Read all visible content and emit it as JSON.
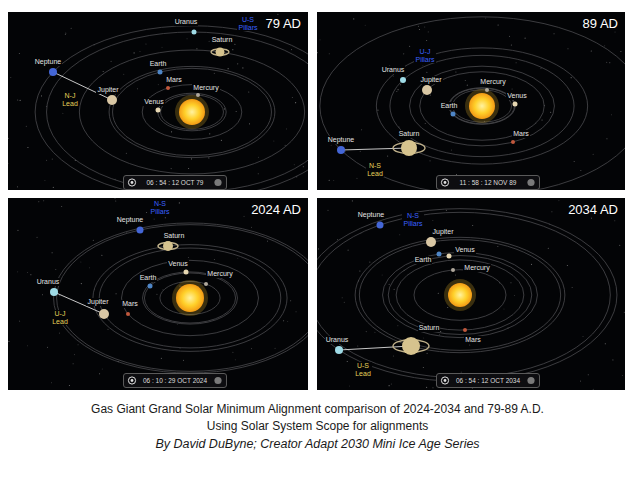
{
  "diagram": {
    "caption": "Gas Giant Grand Solar Minimum Alignment comparison of 2024-2034 and 79-89 A.D.",
    "nodes": [
      {
        "text": [
          "79 AD"
        ]
      },
      {
        "text": [
          "06 : 54 : 12 OCT 79"
        ],
        "in": 0
      },
      {
        "text": [
          "89 AD"
        ]
      },
      {
        "text": [
          "11 : 58 : 12 NOV 89"
        ],
        "in": 2
      },
      {
        "text": [
          "2024 AD"
        ]
      },
      {
        "text": [
          "06 : 10 : 29 OCT 2024"
        ],
        "in": 4
      },
      {
        "text": [
          "2034 AD"
        ]
      },
      {
        "text": [
          "06 : 54 : 12 OCT 2034"
        ],
        "in": 6
      }
    ],
    "labels": [
      "Uranus",
      "U-S Pillars",
      "Saturn",
      "Neptune",
      "Earth",
      "Mars",
      "Mercury",
      "Jupiter",
      "N-J Lead",
      "Venus",
      "U-J Pillars",
      "Uranus",
      "Jupiter",
      "Mercury",
      "Venus",
      "Earth",
      "Saturn",
      "Mars",
      "Neptune",
      "N-S Lead",
      "N-S Pillars",
      "Neptune",
      "Saturn",
      "Venus",
      "Mercury",
      "Earth",
      "Uranus",
      "Jupiter",
      "Mars",
      "U-J Lead",
      "Neptune",
      "N-S Pillars",
      "Jupiter",
      "Venus",
      "Earth",
      "Mercury",
      "Saturn",
      "Mars",
      "Uranus",
      "U-S Lead",
      "Using Solar System Scope for alignments",
      "By David DuByne; Creator Adapt 2030 Mini Ice Age Series"
    ]
  }
}
